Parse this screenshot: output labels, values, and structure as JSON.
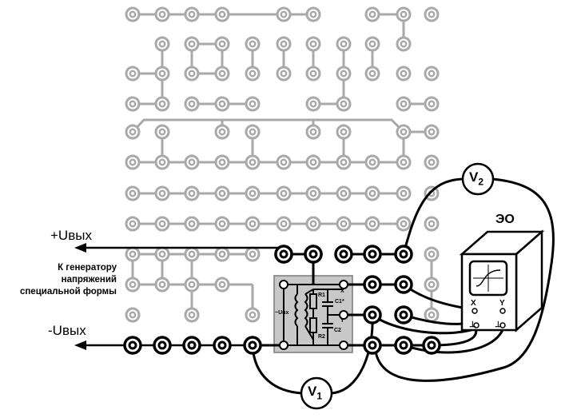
{
  "labels": {
    "plus_u": "+Uвых",
    "minus_u": "-Uвых",
    "generator_caption": [
      "К генератору",
      "напряжений",
      "специальной формы"
    ],
    "oscilloscope": "ЭО",
    "v1_main": "V",
    "v1_sub": "1",
    "v2_main": "V",
    "v2_sub": "2",
    "scope_x": "X",
    "scope_y": "Y",
    "scope_gnd1": "⊥",
    "scope_gnd2": "⊥",
    "module_uin": "~Uвх",
    "module_r1": "R1",
    "module_r2": "R2",
    "module_c1": "C1*",
    "module_c2": "C2",
    "module_x": "X",
    "module_y": "Y"
  },
  "colors": {
    "inactive": "#a9a9a9",
    "active": "#000000",
    "module_fill": "#c8c8c8",
    "scope_screen": "#ffffff"
  }
}
